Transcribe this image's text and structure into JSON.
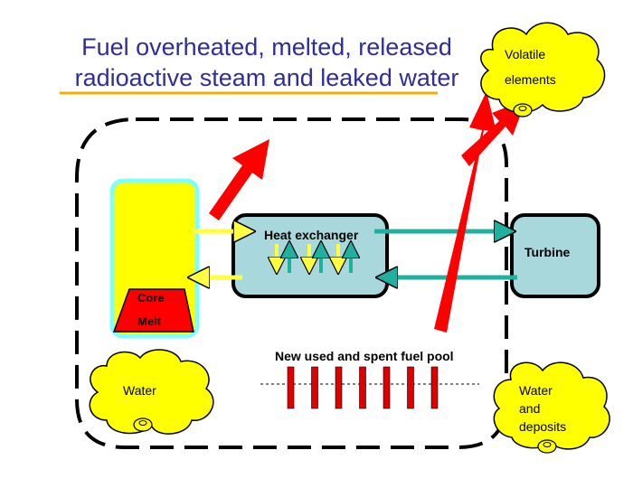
{
  "title": {
    "line1": "Fuel overheated, melted, released",
    "line2": "radioactive steam and leaked water"
  },
  "core": {
    "label_top": "Core",
    "label_bottom": "Melt"
  },
  "heat_exchanger": {
    "label": "Heat exchanger"
  },
  "turbine": {
    "label": "Turbine"
  },
  "fuel_pool": {
    "label": "New used and spent fuel pool",
    "rod_count": 7
  },
  "clouds": {
    "volatile": {
      "line1": "Volatile",
      "line2": "elements"
    },
    "water": {
      "label": "Water"
    },
    "water_deposits": {
      "line1": "Water",
      "line2": "and",
      "line3": "deposits"
    }
  },
  "colors": {
    "title": "#2e2e9a",
    "underline": "#f0b000",
    "core_fill": "#ffff00",
    "core_border": "#80ffff",
    "melt_fill": "#ff0000",
    "box_fill": "#a8d8dc",
    "teal_arrow": "#20b0a0",
    "yellow_arrow": "#ffff40",
    "release_arrow": "#ff0000",
    "rod": "#e00000",
    "cloud": "#ffff00"
  }
}
